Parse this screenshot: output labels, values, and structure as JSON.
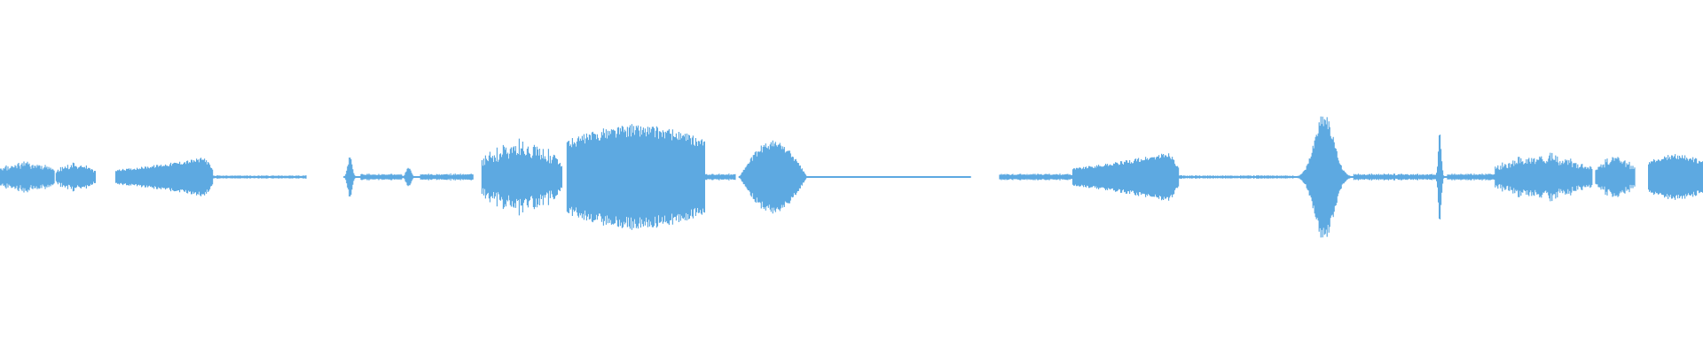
{
  "waveform": {
    "color": "#5DA9E1",
    "background": "#FFFFFF",
    "segments": [
      {
        "name": "burst-1",
        "start": 0.0,
        "end": 0.032,
        "amp": 0.1,
        "shape": "ragged"
      },
      {
        "name": "burst-2",
        "start": 0.033,
        "end": 0.056,
        "amp": 0.09,
        "shape": "ragged"
      },
      {
        "name": "burst-3",
        "start": 0.068,
        "end": 0.125,
        "amp": 0.12,
        "shape": "ramp-up"
      },
      {
        "name": "tail-1",
        "start": 0.125,
        "end": 0.18,
        "amp": 0.01,
        "shape": "flat"
      },
      {
        "name": "burst-4",
        "start": 0.202,
        "end": 0.212,
        "amp": 0.12,
        "shape": "spike"
      },
      {
        "name": "burst-5",
        "start": 0.212,
        "end": 0.236,
        "amp": 0.02,
        "shape": "flat"
      },
      {
        "name": "burst-6",
        "start": 0.236,
        "end": 0.247,
        "amp": 0.06,
        "shape": "spike"
      },
      {
        "name": "burst-7",
        "start": 0.247,
        "end": 0.278,
        "amp": 0.02,
        "shape": "flat"
      },
      {
        "name": "burst-8",
        "start": 0.283,
        "end": 0.33,
        "amp": 0.22,
        "shape": "ragged"
      },
      {
        "name": "burst-9",
        "start": 0.333,
        "end": 0.414,
        "amp": 0.3,
        "shape": "dense"
      },
      {
        "name": "tail-2",
        "start": 0.414,
        "end": 0.432,
        "amp": 0.02,
        "shape": "flat"
      },
      {
        "name": "burst-10",
        "start": 0.434,
        "end": 0.474,
        "amp": 0.21,
        "shape": "dome"
      },
      {
        "name": "tail-3",
        "start": 0.474,
        "end": 0.57,
        "amp": 0.005,
        "shape": "flat"
      },
      {
        "name": "burst-11",
        "start": 0.587,
        "end": 0.63,
        "amp": 0.02,
        "shape": "flat"
      },
      {
        "name": "burst-12",
        "start": 0.63,
        "end": 0.692,
        "amp": 0.15,
        "shape": "ramp-up"
      },
      {
        "name": "tail-4",
        "start": 0.692,
        "end": 0.76,
        "amp": 0.01,
        "shape": "flat"
      },
      {
        "name": "burst-13",
        "start": 0.76,
        "end": 0.795,
        "amp": 0.38,
        "shape": "spike-wide"
      },
      {
        "name": "tail-5",
        "start": 0.795,
        "end": 0.843,
        "amp": 0.02,
        "shape": "flat"
      },
      {
        "name": "burst-14",
        "start": 0.843,
        "end": 0.85,
        "amp": 0.26,
        "shape": "spike"
      },
      {
        "name": "tail-6",
        "start": 0.85,
        "end": 0.878,
        "amp": 0.02,
        "shape": "flat"
      },
      {
        "name": "burst-15",
        "start": 0.878,
        "end": 0.935,
        "amp": 0.14,
        "shape": "ragged"
      },
      {
        "name": "burst-16",
        "start": 0.937,
        "end": 0.96,
        "amp": 0.13,
        "shape": "ragged"
      },
      {
        "name": "burst-17",
        "start": 0.968,
        "end": 1.0,
        "amp": 0.13,
        "shape": "dense"
      }
    ]
  }
}
